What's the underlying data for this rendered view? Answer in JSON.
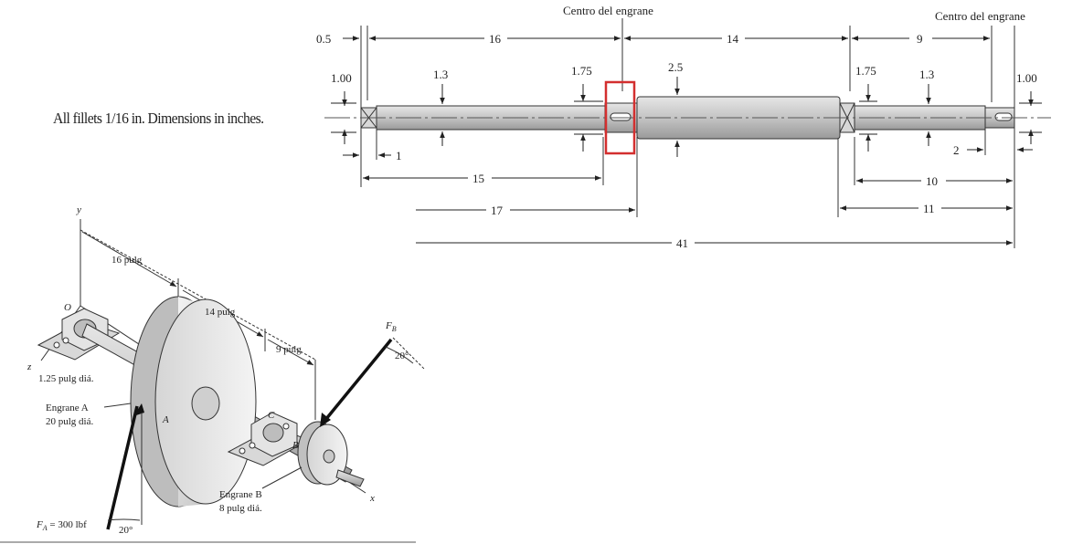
{
  "note": "All fillets 1/16 in. Dimensions in inches.",
  "shaft_drawing": {
    "gear_center_left": "Centro del engrane",
    "gear_center_right": "Centro del engrane",
    "top_dims": [
      "0.5",
      "16",
      "14",
      "9"
    ],
    "diameters": [
      "1.00",
      "1.3",
      "1.75",
      "2.5",
      "1.75",
      "1.3",
      "1.00"
    ],
    "bottom_dims": [
      "1",
      "15",
      "17",
      "41",
      "2",
      "10",
      "11"
    ],
    "highlight_color": "#d32f2f"
  },
  "assembly_drawing": {
    "axis_y": "y",
    "axis_z": "z",
    "axis_x": "x",
    "dim_16": "16 pulg",
    "dim_14": "14 pulg",
    "dim_9": "9 pulg",
    "bearing_O": "O",
    "bearing_C": "C",
    "gear_A_letter": "A",
    "gear_B_letter": "B",
    "shaft_dia": "1.25 pulg diá.",
    "gear_A_name": "Engrane A",
    "gear_A_dia": "20 pulg diá.",
    "gear_B_name": "Engrane B",
    "gear_B_dia": "8 pulg diá.",
    "force_A": "F",
    "force_A_sub": "A",
    "force_A_value": " = 300 lbf",
    "force_B": "F",
    "force_B_sub": "B",
    "angle_A": "20°",
    "angle_B": "20°"
  }
}
